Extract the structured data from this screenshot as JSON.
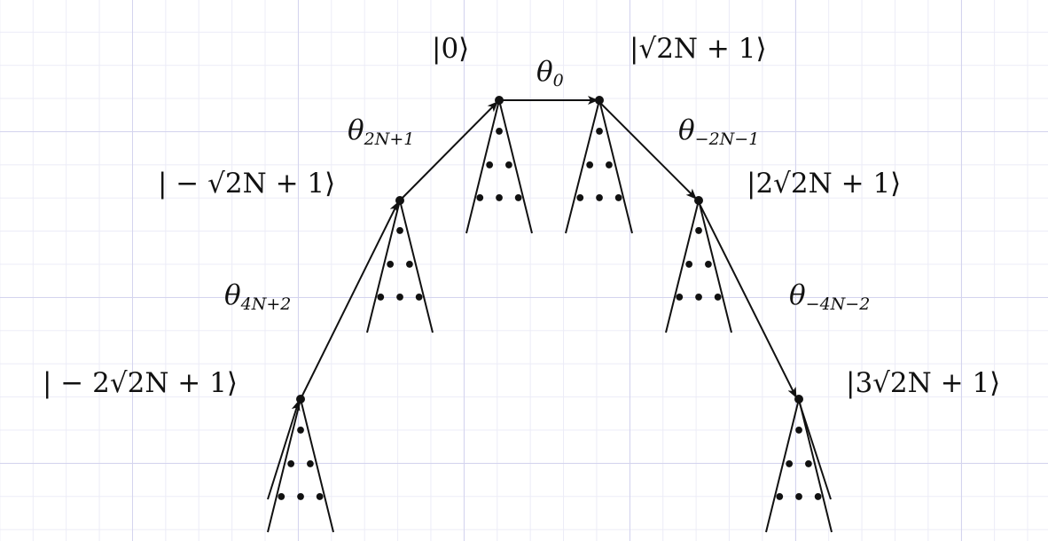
{
  "states": {
    "s0": "|0⟩",
    "s1": "|√2N + 1⟩",
    "s_neg1": "| − √2N + 1⟩",
    "s2": "|2√2N + 1⟩",
    "s_neg2": "| − 2√2N + 1⟩",
    "s3": "|3√2N + 1⟩"
  },
  "angles": {
    "a0": {
      "symbol": "θ",
      "sub": "0"
    },
    "a_2n1": {
      "symbol": "θ",
      "sub": "2N+1"
    },
    "a_m2n1": {
      "symbol": "θ",
      "sub": "−2N−1"
    },
    "a_4n2": {
      "symbol": "θ",
      "sub": "4N+2"
    },
    "a_m4n2": {
      "symbol": "θ",
      "sub": "−4N−2"
    }
  },
  "subtree_marks": [
    "•",
    "• •",
    "• • •"
  ]
}
